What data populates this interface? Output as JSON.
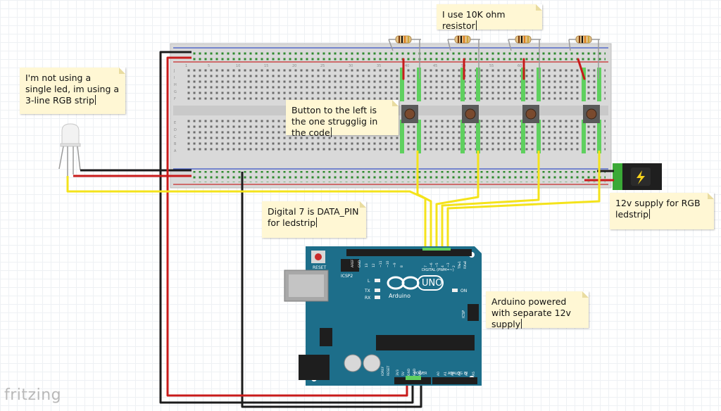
{
  "notes": {
    "rgb_strip": "I'm not using a single led, im using a 3-line RGB strip",
    "resistor": "I use 10K ohm resistor",
    "button": "Button to the left is the one strugglig in the code",
    "data_pin": "Digital 7 is DATA_PIN for ledstrip",
    "supply": "12v supply for RGB ledstrip",
    "arduino_power": "Arduino powered with separate 12v supply"
  },
  "board": {
    "name": "UNO",
    "brand": "Arduino",
    "reset": "RESET",
    "icsp2": "ICSP2",
    "icsp": "ICSP",
    "led_l": "L",
    "led_tx": "TX",
    "led_rx": "RX",
    "led_on": "ON",
    "digital_label": "DIGITAL (PWM=~)",
    "power_label": "POWER",
    "analog_label": "ANALOG IN",
    "digital_pins": [
      "AREF",
      "GND",
      "13",
      "12",
      "~11",
      "~10",
      "~9",
      "8",
      "7",
      "~6",
      "~5",
      "4",
      "~3",
      "2",
      "TX▸1",
      "RX◂0"
    ],
    "power_pins": [
      "IOREF",
      "RESET",
      "3V3",
      "5V",
      "GND",
      "GND",
      "VIN"
    ],
    "analog_pins": [
      "A0",
      "A1",
      "A2",
      "A3",
      "A4",
      "A5"
    ]
  },
  "breadboard": {
    "column_numbers": [
      "1",
      "5",
      "10",
      "15",
      "20",
      "25",
      "30",
      "35",
      "40",
      "45",
      "50",
      "55",
      "60"
    ],
    "row_letters_top": [
      "J",
      "I",
      "H",
      "G",
      "F"
    ],
    "row_letters_bottom": [
      "E",
      "D",
      "C",
      "B",
      "A"
    ]
  },
  "components": {
    "buttons": 4,
    "resistors": 4
  },
  "colors": {
    "board_teal": "#1d6e8a",
    "wire_yellow": "#f4e31b",
    "wire_red": "#c81b1b",
    "wire_black": "#1c1c1c",
    "jack_green": "#3aa936"
  },
  "logo": "fritzing"
}
